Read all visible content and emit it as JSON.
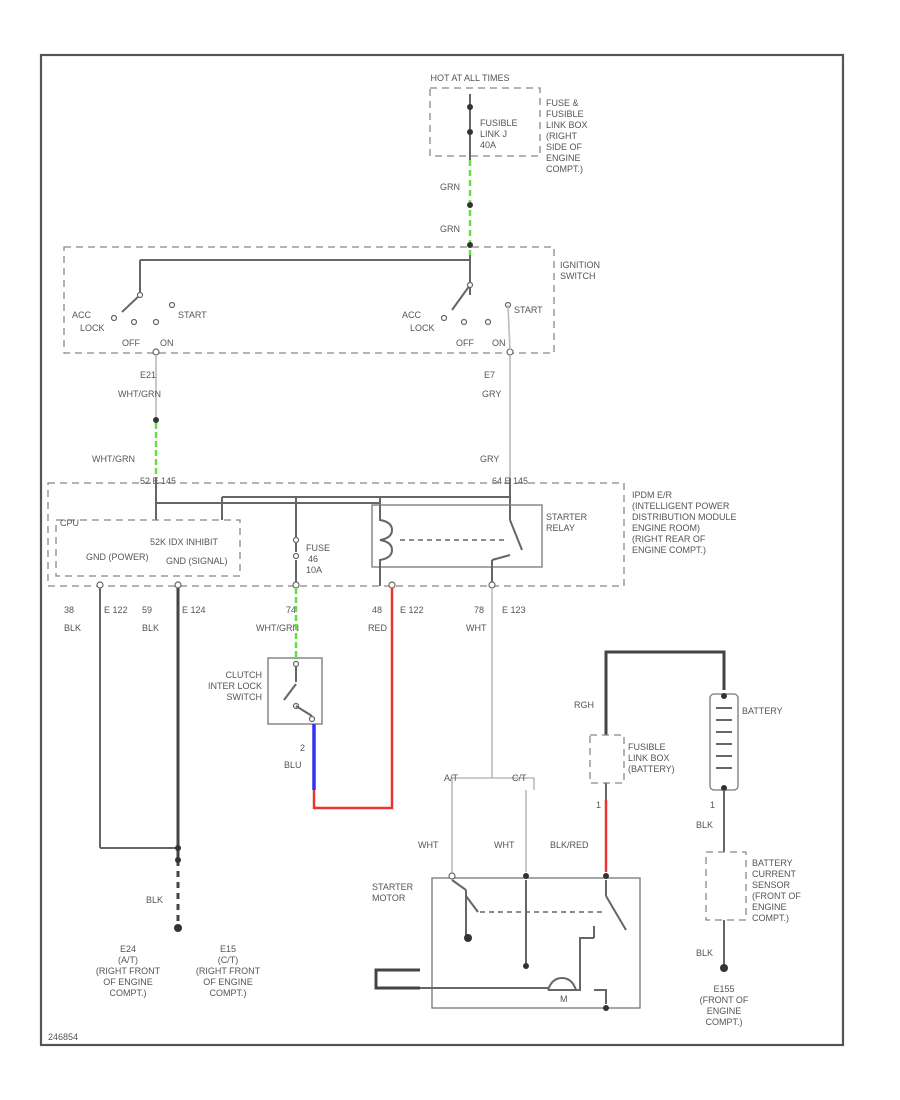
{
  "hot_at": "HOT AT ALL TIMES",
  "fuse_box_label": [
    "FUSE &",
    "FUSIBLE",
    "LINK BOX",
    "(RIGHT",
    "SIDE OF",
    "ENGINE",
    "COMPT.)"
  ],
  "fusible_link_j": [
    "FUSIBLE",
    "LINK J",
    "40A"
  ],
  "wire_grn_top": "GRN",
  "wire_grn_mid": "GRN",
  "ignition_switch_label": [
    "IGNITION",
    "SWITCH"
  ],
  "left_switch": {
    "acc": "ACC",
    "lock": "LOCK",
    "off": "OFF",
    "on": "ON",
    "start": "START"
  },
  "right_switch": {
    "acc": "ACC",
    "lock": "LOCK",
    "off": "OFF",
    "on": "ON",
    "start": "START"
  },
  "wire_e21": "E21",
  "wire_wht_grn_1": "WHT/GRN",
  "wire_wht_grn_2": "WHT/GRN",
  "wire_e7": "E7",
  "wire_gry_1": "GRY",
  "wire_gry_2": "GRY",
  "conn_left": "52 E 145",
  "conn_right": "64 E 145",
  "ipdm_label": [
    "IPDM E/R",
    "(INTELLIGENT POWER",
    "DISTRIBUTION MODULE",
    "ENGINE ROOM)",
    "(RIGHT REAR OF",
    "ENGINE COMPT.)"
  ],
  "cpu_label": "CPU",
  "gnd_power": "GND (POWER)",
  "gnd_signal": "GND (SIGNAL)",
  "inhibit_label": "52K IDX INHIBIT",
  "fuse_label": [
    "FUSE",
    "46",
    "10A"
  ],
  "starter_relay_label": [
    "STARTER",
    "RELAY"
  ],
  "term_left_1": "38",
  "term_left_1_conn": "E 122",
  "wire_blk_1": "BLK",
  "term_left_2": "59",
  "term_left_2_conn": "E 124",
  "wire_blk_2": "BLK",
  "term_mid": "74",
  "wire_wht_grn_3": "WHT/GRN",
  "term_red": "48",
  "term_red_conn": "E 122",
  "wire_red": "RED",
  "term_wht": "78",
  "term_wht_conn": "E 123",
  "wire_wht_top": "WHT",
  "clutch_label": [
    "CLUTCH",
    "INTER LOCK",
    "SWITCH"
  ],
  "term_2": "2",
  "wire_blu": "BLU",
  "atl": "A/T",
  "ctl": "C/T",
  "wire_wht_a": "WHT",
  "wire_wht_b": "WHT",
  "wire_blk_red": "BLK/RED",
  "wire_rgh": "RGH",
  "fusible_battery_label": [
    "FUSIBLE",
    "LINK BOX",
    "(BATTERY)"
  ],
  "battery_label": "BATTERY",
  "term_1": "1",
  "wire_blk_3": "BLK",
  "battery_sensor_label": [
    "BATTERY",
    "CURRENT",
    "SENSOR",
    "(FRONT OF",
    "ENGINE",
    "COMPT.)"
  ],
  "wire_blk_4": "BLK",
  "wire_blk_5": "BLK",
  "starter_motor_label": [
    "STARTER",
    "MOTOR"
  ],
  "motor_m": "M",
  "ground_left": [
    "E24",
    "(A/T)",
    "(RIGHT FRONT",
    "OF ENGINE",
    "COMPT.)"
  ],
  "ground_mid": [
    "E15",
    "(C/T)",
    "(RIGHT FRONT",
    "OF ENGINE",
    "COMPT.)"
  ],
  "ground_right": [
    "E155",
    "(FRONT OF",
    "ENGINE",
    "COMPT.)"
  ],
  "diagram_id": "246854",
  "colors": {
    "green": "#66dd44",
    "red": "#ee3333",
    "blue": "#3333ee"
  }
}
